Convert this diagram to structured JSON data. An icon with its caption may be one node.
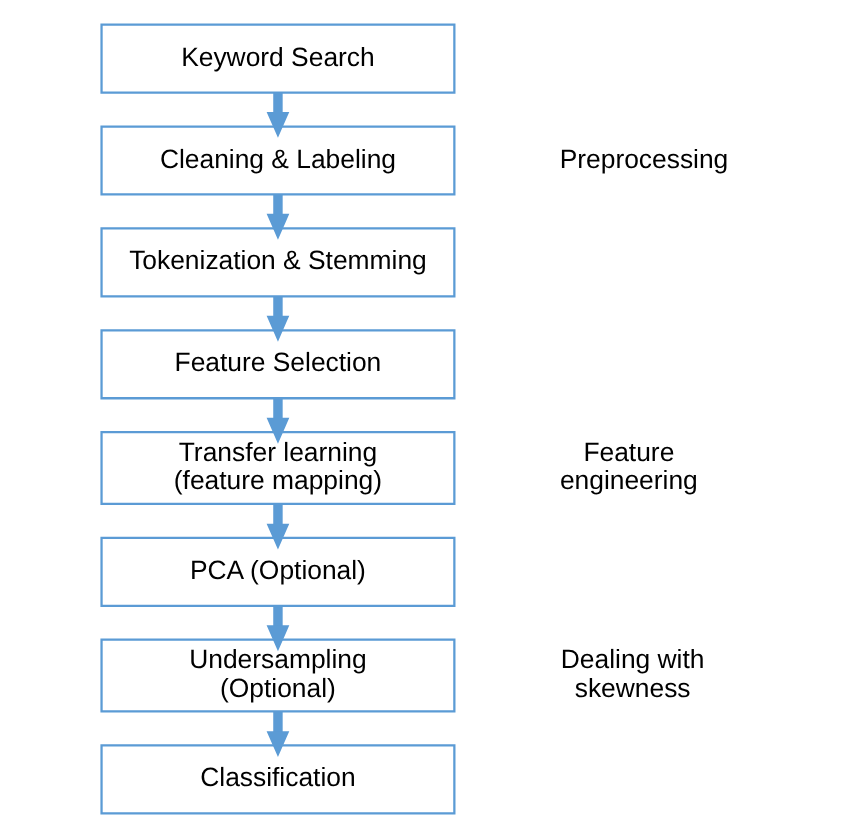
{
  "diagram": {
    "nodes": [
      {
        "text": [
          "Keyword Search"
        ]
      },
      {
        "text": [
          "Cleaning & Labeling"
        ]
      },
      {
        "text": [
          "Tokenization & Stemming"
        ]
      },
      {
        "text": [
          "Feature Selection"
        ]
      },
      {
        "text": [
          "Transfer learning (feature mapping)"
        ]
      },
      {
        "text": [
          "PCA (Optional)"
        ]
      },
      {
        "text": [
          "Undersampling (Optional)"
        ]
      },
      {
        "text": [
          "Classification"
        ]
      }
    ],
    "edges": [
      {
        "from": 0,
        "to": 1,
        "arrow": "to"
      },
      {
        "from": 1,
        "to": 2,
        "arrow": "to"
      },
      {
        "from": 2,
        "to": 3,
        "arrow": "to"
      },
      {
        "from": 3,
        "to": 4,
        "arrow": "to"
      },
      {
        "from": 4,
        "to": 5,
        "arrow": "to"
      },
      {
        "from": 5,
        "to": 6,
        "arrow": "to"
      },
      {
        "from": 6,
        "to": 7,
        "arrow": "to"
      }
    ],
    "labels": [
      "Preprocessing",
      "Feature engineering",
      "Dealing with skewness"
    ]
  }
}
